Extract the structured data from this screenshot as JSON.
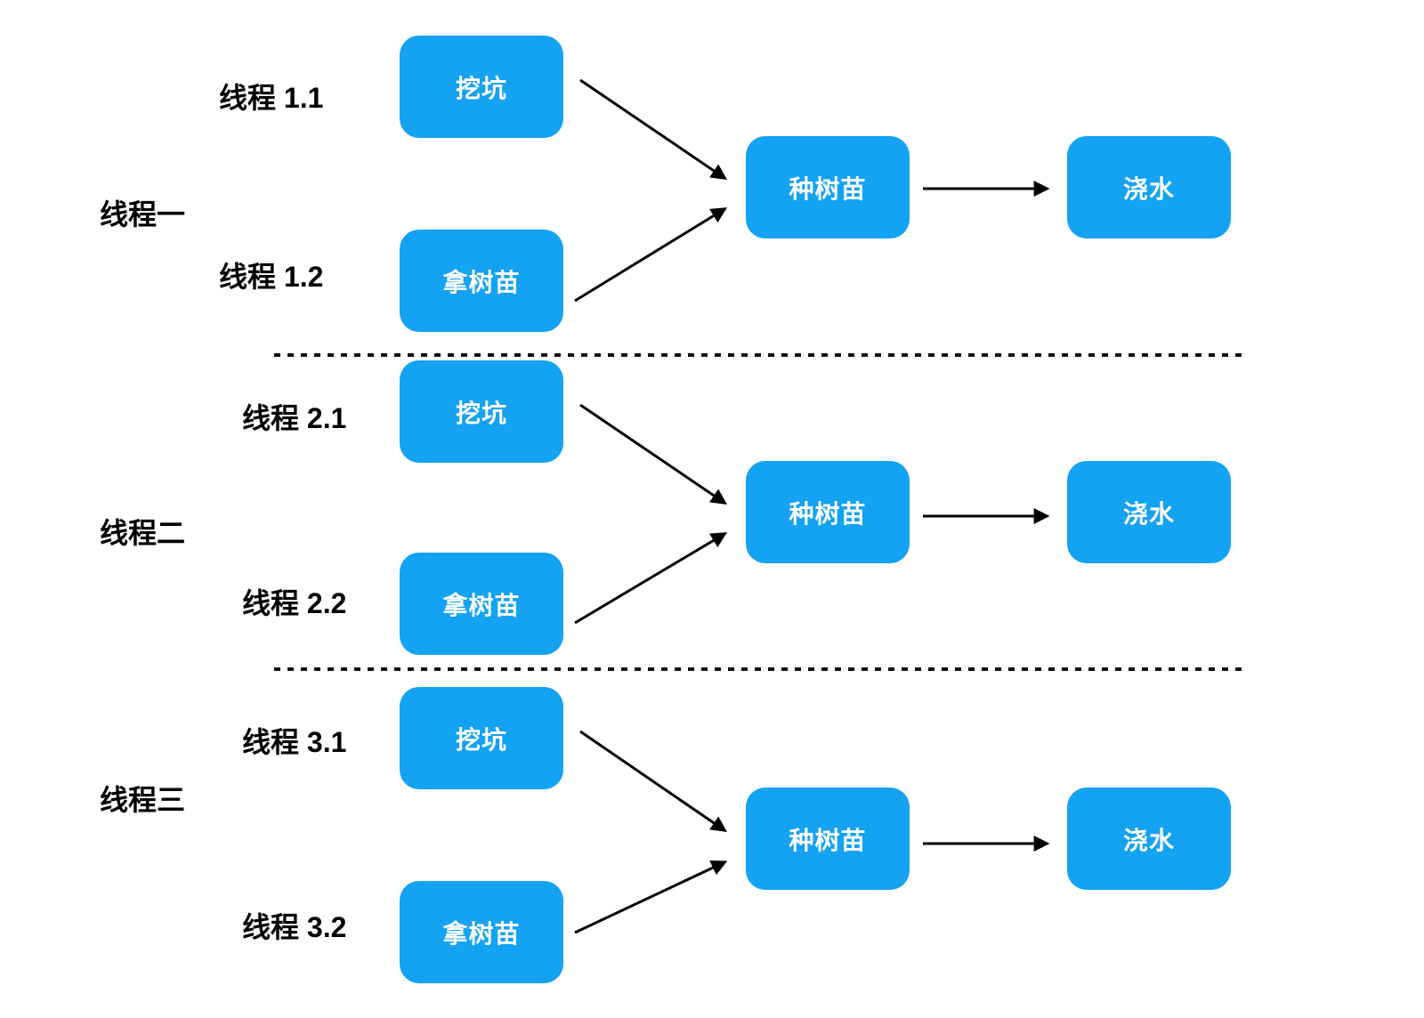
{
  "diagram": {
    "background_color": "#FFFFFF",
    "node_fill_color": "#14A2F3",
    "node_text_color": "#FFFFFF",
    "label_text_color": "#000000",
    "arrow_color": "#000000",
    "separator_style": "dashed",
    "sections": [
      {
        "group_label": "线程一",
        "sub_labels": [
          "线程 1.1",
          "线程 1.2"
        ],
        "nodes": {
          "dig": "挖坑",
          "take": "拿树苗",
          "plant": "种树苗",
          "water": "浇水"
        }
      },
      {
        "group_label": "线程二",
        "sub_labels": [
          "线程 2.1",
          "线程 2.2"
        ],
        "nodes": {
          "dig": "挖坑",
          "take": "拿树苗",
          "plant": "种树苗",
          "water": "浇水"
        }
      },
      {
        "group_label": "线程三",
        "sub_labels": [
          "线程 3.1",
          "线程 3.2"
        ],
        "nodes": {
          "dig": "挖坑",
          "take": "拿树苗",
          "plant": "种树苗",
          "water": "浇水"
        }
      }
    ]
  }
}
